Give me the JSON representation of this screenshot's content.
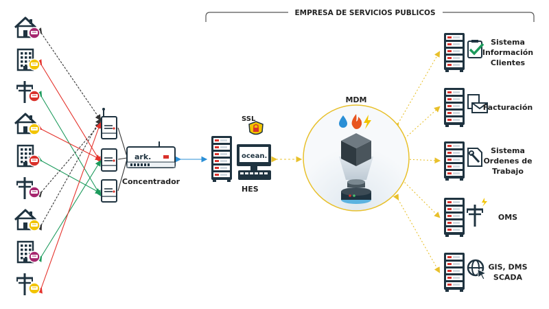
{
  "header": {
    "title": "EMPRESA DE SERVICIOS PUBLICOS"
  },
  "colors": {
    "red": "#e4322b",
    "green": "#1c9a5c",
    "black_dashed": "#333333",
    "blue_link": "#2a8fd6",
    "gold_link": "#e8c02b",
    "server_dark": "#1f3340",
    "server_red": "#d9312b",
    "meter_magenta": "#a6266e",
    "meter_yellow": "#f2c400"
  },
  "left": {
    "endpoints": [
      {
        "icon": "house-icon",
        "meter": "meter-magenta-icon"
      },
      {
        "icon": "building-icon",
        "meter": "meter-yellow-icon"
      },
      {
        "icon": "power-pole-icon",
        "meter": "meter-red-icon"
      },
      {
        "icon": "house-icon",
        "meter": "meter-yellow-icon"
      },
      {
        "icon": "building-icon",
        "meter": "meter-red-icon"
      },
      {
        "icon": "power-pole-icon",
        "meter": "meter-magenta-icon"
      },
      {
        "icon": "house-icon",
        "meter": "meter-yellow-icon"
      },
      {
        "icon": "building-icon",
        "meter": "meter-magenta-icon"
      },
      {
        "icon": "power-pole-icon",
        "meter": "meter-yellow-icon"
      }
    ]
  },
  "concentrator": {
    "label": "Concentrador",
    "brand": "ark."
  },
  "hes": {
    "label": "HES",
    "ssl": "SSL",
    "brand": "ocean."
  },
  "mdm": {
    "label": "MDM"
  },
  "systems": [
    {
      "lines": [
        "Sistema",
        "Información",
        "Clientes"
      ],
      "icon": "checklist-icon"
    },
    {
      "lines": [
        "Facturación"
      ],
      "icon": "invoice-envelope-icon"
    },
    {
      "lines": [
        "Sistema",
        "Ordenes de",
        "Trabajo"
      ],
      "icon": "wrench-document-icon"
    },
    {
      "lines": [
        "OMS"
      ],
      "icon": "power-pole-icon"
    },
    {
      "lines": [
        "GIS, DMS",
        "SCADA"
      ],
      "icon": "globe-cursor-icon"
    }
  ]
}
